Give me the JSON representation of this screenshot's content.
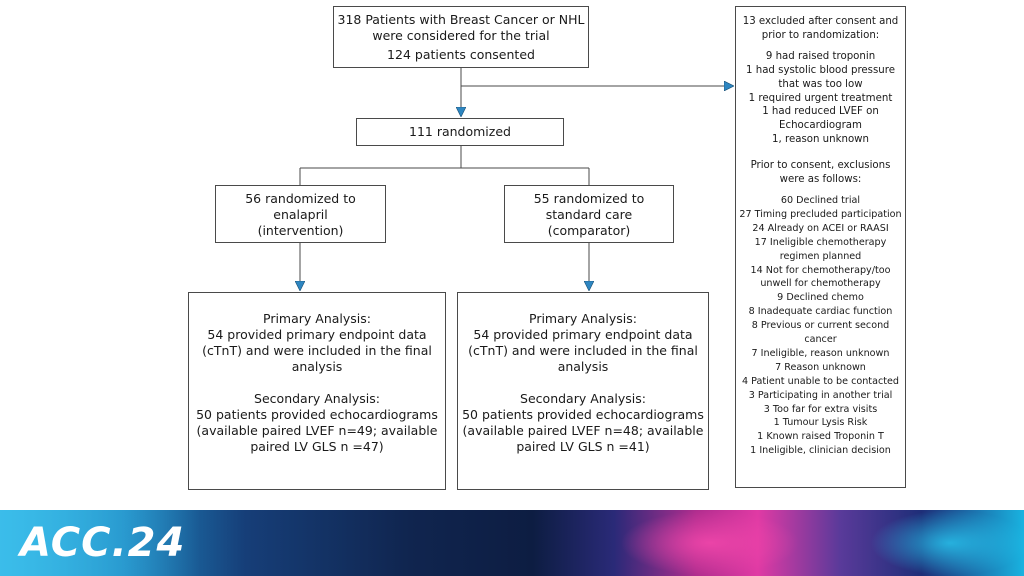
{
  "top": {
    "line1": "318 Patients with Breast Cancer or NHL",
    "line2": "were considered for the trial",
    "line3": "124 patients consented"
  },
  "randomized": "111 randomized",
  "enalapril": {
    "line1": "56 randomized to",
    "line2": "enalapril",
    "line3": "(intervention)"
  },
  "standard": {
    "line1": "55 randomized to",
    "line2": "standard care",
    "line3": "(comparator)"
  },
  "result_left": {
    "primary_title": "Primary Analysis:",
    "primary_l1": "54 provided primary endpoint data",
    "primary_l2": "(cTnT) and were included in the final",
    "primary_l3": "analysis",
    "secondary_title": "Secondary Analysis:",
    "secondary_l1": "50 patients provided echocardiograms",
    "secondary_l2": "(available paired LVEF n=49; available",
    "secondary_l3": "paired LV GLS n =47)"
  },
  "result_right": {
    "primary_title": "Primary Analysis:",
    "primary_l1": "54 provided primary endpoint data",
    "primary_l2": "(cTnT) and were included in the final",
    "primary_l3": "analysis",
    "secondary_title": "Secondary Analysis:",
    "secondary_l1": "50 patients provided echocardiograms",
    "secondary_l2": "(available paired LVEF n=48; available",
    "secondary_l3": "paired LV GLS n =41)"
  },
  "exclusions": {
    "header": [
      "13 excluded after consent and",
      "prior to randomization:"
    ],
    "after_consent": [
      "9 had raised troponin",
      "1 had systolic blood pressure",
      "that was too low",
      "1 required urgent treatment",
      "1 had reduced LVEF on",
      "Echocardiogram",
      "1, reason unknown"
    ],
    "prior_header": [
      "Prior to consent, exclusions",
      "were as follows:"
    ],
    "prior": [
      "60 Declined trial",
      "27 Timing precluded participation",
      "24 Already on ACEI or RAASI",
      "17 Ineligible chemotherapy",
      "regimen planned",
      "14 Not for chemotherapy/too",
      "unwell for chemotherapy",
      "9 Declined chemo",
      "8 Inadequate cardiac function",
      "8 Previous or current second",
      "cancer",
      "7 Ineligible, reason unknown",
      "7 Reason unknown",
      "4 Patient unable to be contacted",
      "3 Participating in another trial",
      "3 Too far for extra visits",
      "1 Tumour Lysis Risk",
      "1 Known raised Troponin T",
      "1 Ineligible, clinician decision"
    ]
  },
  "footer": {
    "logo_text": "ACC.24"
  },
  "colors": {
    "arrow": "#2e86c1",
    "line": "#4a4a4a"
  }
}
